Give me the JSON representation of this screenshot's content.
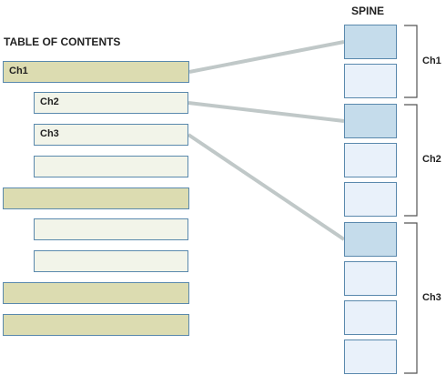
{
  "toc": {
    "title": "TABLE OF CONTENTS",
    "entries": [
      {
        "label": "Ch1",
        "level": 1
      },
      {
        "label": "Ch2",
        "level": 2
      },
      {
        "label": "Ch3",
        "level": 2
      },
      {
        "label": "",
        "level": 2
      },
      {
        "label": "",
        "level": 1
      },
      {
        "label": "",
        "level": 2
      },
      {
        "label": "",
        "level": 2
      },
      {
        "label": "",
        "level": 1
      },
      {
        "label": "",
        "level": 1
      }
    ]
  },
  "spine": {
    "title": "SPINE",
    "items": 9,
    "chapters": [
      {
        "label": "Ch1",
        "start": 0,
        "end": 1
      },
      {
        "label": "Ch2",
        "start": 2,
        "end": 4
      },
      {
        "label": "Ch3",
        "start": 5,
        "end": 8
      }
    ]
  },
  "links": [
    {
      "from_toc": 0,
      "to_spine": 0
    },
    {
      "from_toc": 1,
      "to_spine": 2
    },
    {
      "from_toc": 2,
      "to_spine": 5
    }
  ],
  "colors": {
    "toc_level1_fill": "#dcdcb1",
    "toc_level2_fill": "#f2f4e9",
    "spine_start_fill": "#c5dceb",
    "spine_plain_fill": "#e9f1fa",
    "box_border": "#5a89ad",
    "connector": "#c0c8c8",
    "bracket": "#555555"
  }
}
